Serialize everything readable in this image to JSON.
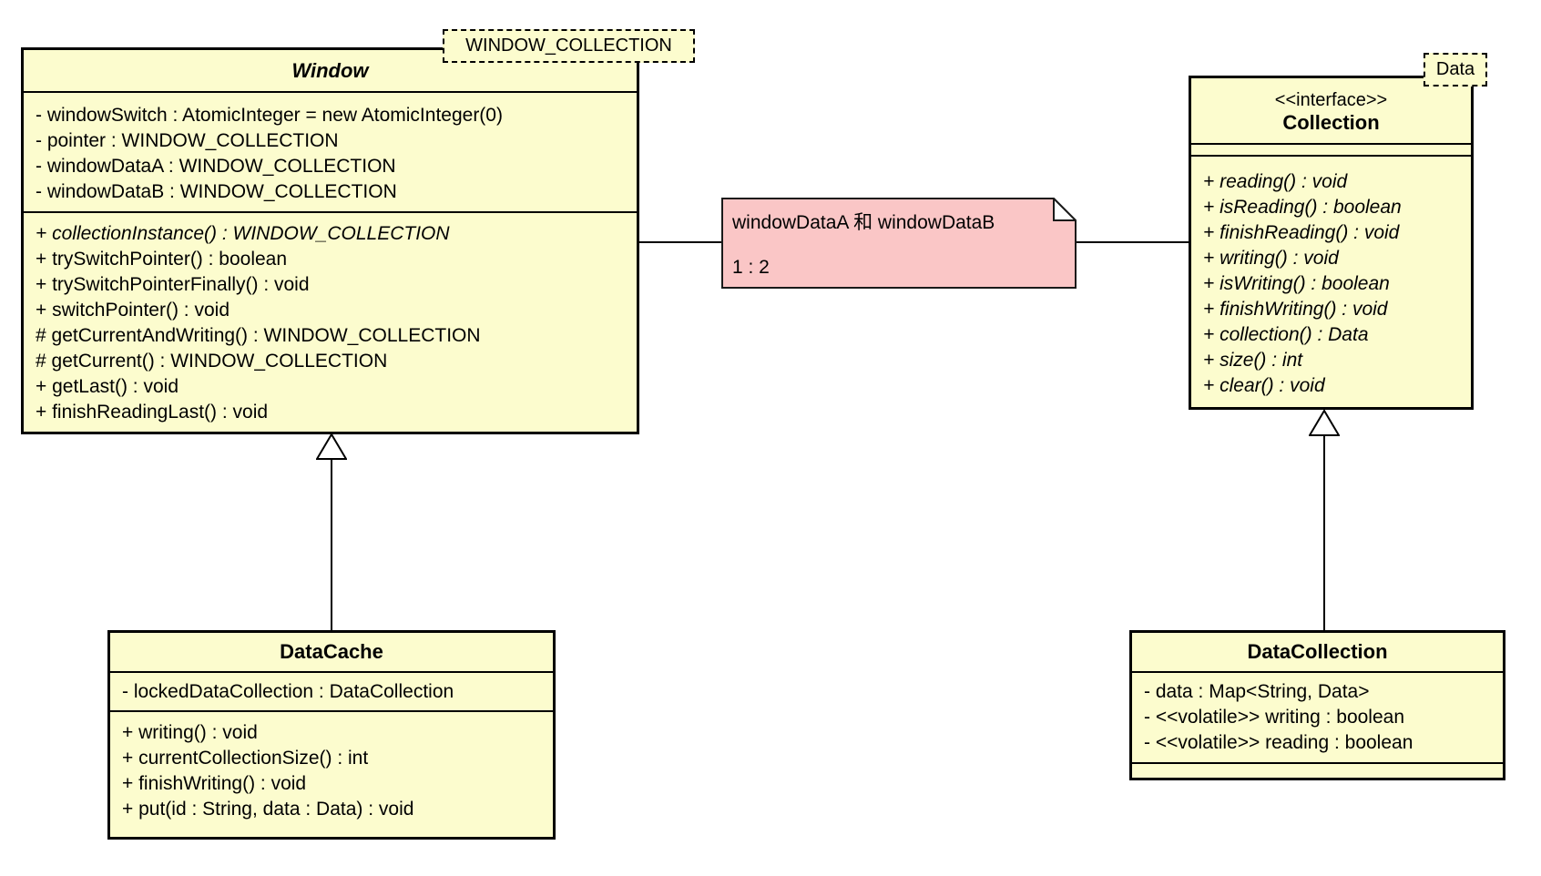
{
  "diagram": {
    "kind": "uml-class-diagram",
    "colors": {
      "class_fill": "#FCFCCE",
      "note_fill": "#FAC6C6",
      "border": "#000000",
      "background": "#ffffff"
    }
  },
  "classes": {
    "window": {
      "template_tag": "WINDOW_COLLECTION",
      "title": "Window",
      "attributes": [
        "- windowSwitch : AtomicInteger = new AtomicInteger(0)",
        "- pointer : WINDOW_COLLECTION",
        "- windowDataA : WINDOW_COLLECTION",
        "- windowDataB : WINDOW_COLLECTION"
      ],
      "methods": [
        "+ collectionInstance() : WINDOW_COLLECTION",
        "+ trySwitchPointer() : boolean",
        "+ trySwitchPointerFinally() : void",
        "+ switchPointer() : void",
        "# getCurrentAndWriting() : WINDOW_COLLECTION",
        "# getCurrent() : WINDOW_COLLECTION",
        "+ getLast() : void",
        "+ finishReadingLast() : void"
      ]
    },
    "collection": {
      "template_tag": "Data",
      "stereotype": "<<interface>>",
      "title": "Collection",
      "attributes": [],
      "methods": [
        "+ reading() : void",
        "+ isReading() : boolean",
        "+ finishReading() : void",
        "+ writing() : void",
        "+ isWriting() : boolean",
        "+ finishWriting() : void",
        "+ collection() : Data",
        "+ size() : int",
        "+ clear() : void"
      ]
    },
    "datacache": {
      "title": "DataCache",
      "attributes": [
        "- lockedDataCollection : DataCollection"
      ],
      "methods": [
        "+ writing() : void",
        "+ currentCollectionSize() : int",
        "+ finishWriting() : void",
        "+ put(id : String, data : Data) : void"
      ]
    },
    "datacollection": {
      "title": "DataCollection",
      "attributes": [
        "- data : Map<String, Data>",
        "- <<volatile>> writing : boolean",
        "- <<volatile>> reading : boolean"
      ],
      "methods": []
    }
  },
  "note": {
    "line1": "windowDataA 和 windowDataB",
    "line2": "1 : 2"
  }
}
